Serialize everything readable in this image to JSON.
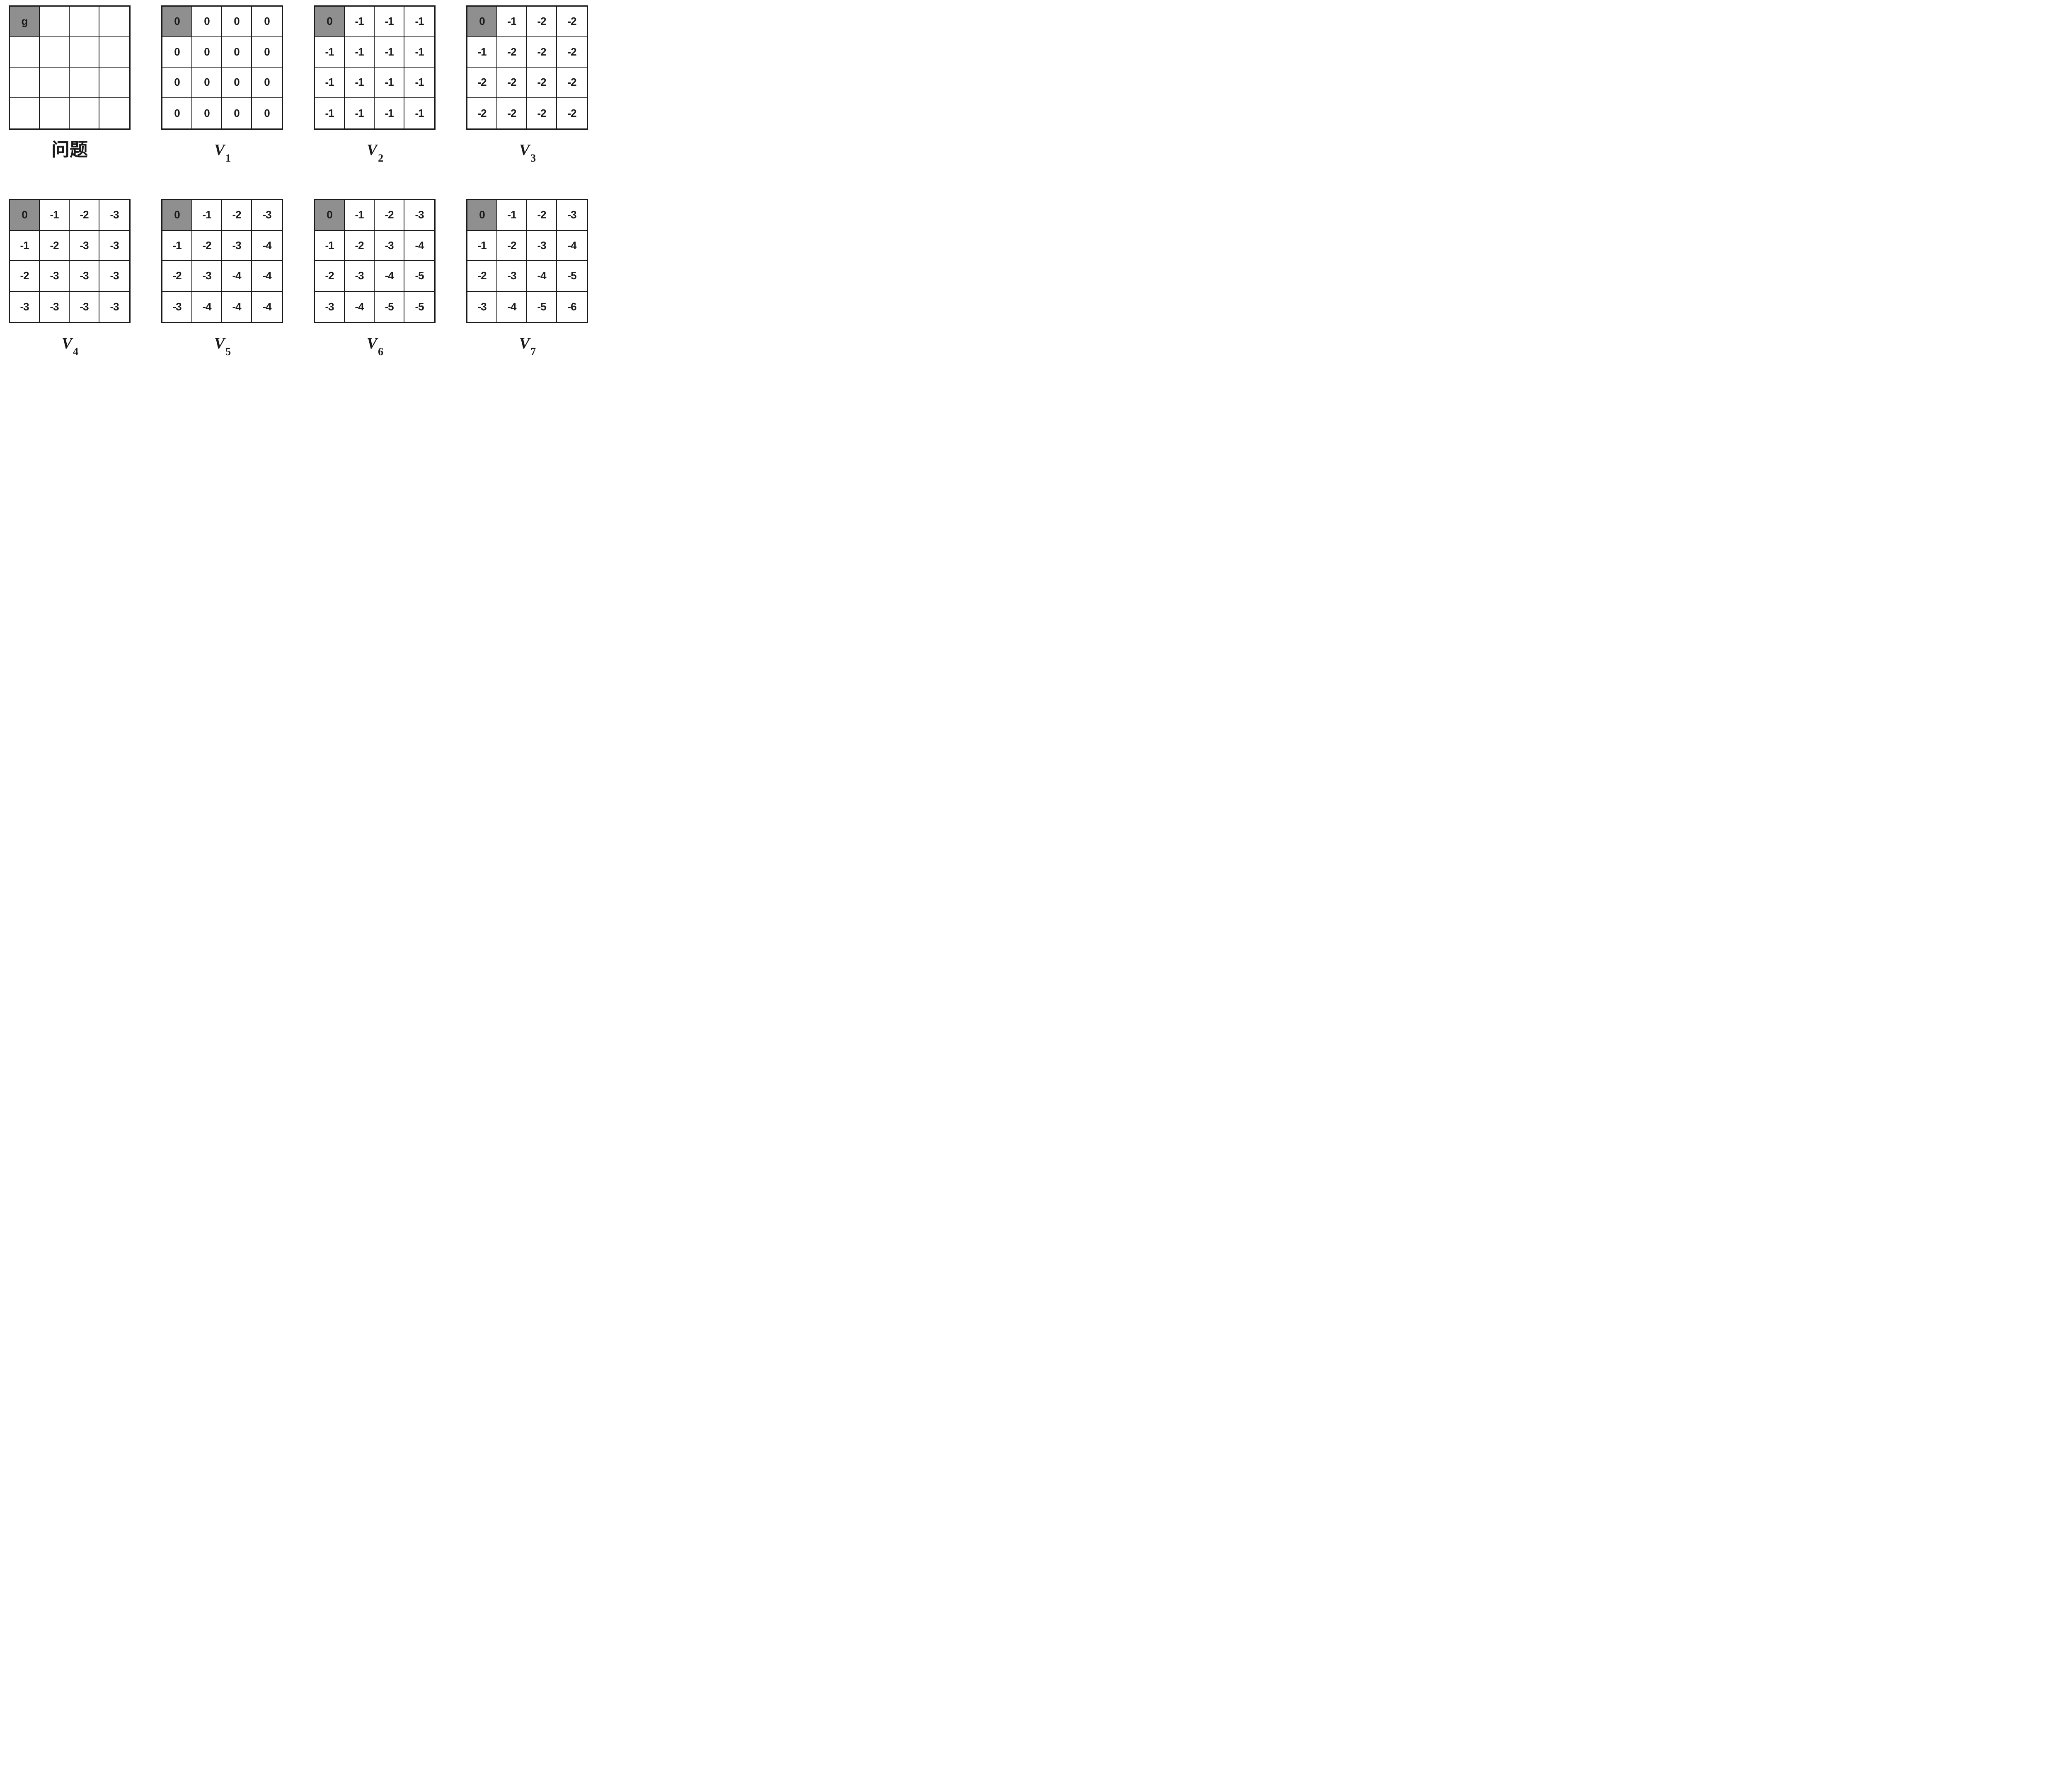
{
  "colors": {
    "background": "#ffffff",
    "grid_line": "#1a1a1a",
    "cell_fill": "#ffffff",
    "goal_cell_fill": "#8f8f8f",
    "text": "#1a1a1a"
  },
  "panels": [
    {
      "id": "problem",
      "label": "问题",
      "goal": {
        "row": 0,
        "col": 0
      },
      "cells": [
        [
          "g",
          "",
          "",
          ""
        ],
        [
          "",
          "",
          "",
          ""
        ],
        [
          "",
          "",
          "",
          ""
        ],
        [
          "",
          "",
          "",
          ""
        ]
      ]
    },
    {
      "id": "V1",
      "label_base": "V",
      "label_sub": "1",
      "goal": {
        "row": 0,
        "col": 0
      },
      "cells": [
        [
          "0",
          "0",
          "0",
          "0"
        ],
        [
          "0",
          "0",
          "0",
          "0"
        ],
        [
          "0",
          "0",
          "0",
          "0"
        ],
        [
          "0",
          "0",
          "0",
          "0"
        ]
      ]
    },
    {
      "id": "V2",
      "label_base": "V",
      "label_sub": "2",
      "goal": {
        "row": 0,
        "col": 0
      },
      "cells": [
        [
          "0",
          "-1",
          "-1",
          "-1"
        ],
        [
          "-1",
          "-1",
          "-1",
          "-1"
        ],
        [
          "-1",
          "-1",
          "-1",
          "-1"
        ],
        [
          "-1",
          "-1",
          "-1",
          "-1"
        ]
      ]
    },
    {
      "id": "V3",
      "label_base": "V",
      "label_sub": "3",
      "goal": {
        "row": 0,
        "col": 0
      },
      "cells": [
        [
          "0",
          "-1",
          "-2",
          "-2"
        ],
        [
          "-1",
          "-2",
          "-2",
          "-2"
        ],
        [
          "-2",
          "-2",
          "-2",
          "-2"
        ],
        [
          "-2",
          "-2",
          "-2",
          "-2"
        ]
      ]
    },
    {
      "id": "V4",
      "label_base": "V",
      "label_sub": "4",
      "goal": {
        "row": 0,
        "col": 0
      },
      "cells": [
        [
          "0",
          "-1",
          "-2",
          "-3"
        ],
        [
          "-1",
          "-2",
          "-3",
          "-3"
        ],
        [
          "-2",
          "-3",
          "-3",
          "-3"
        ],
        [
          "-3",
          "-3",
          "-3",
          "-3"
        ]
      ]
    },
    {
      "id": "V5",
      "label_base": "V",
      "label_sub": "5",
      "goal": {
        "row": 0,
        "col": 0
      },
      "cells": [
        [
          "0",
          "-1",
          "-2",
          "-3"
        ],
        [
          "-1",
          "-2",
          "-3",
          "-4"
        ],
        [
          "-2",
          "-3",
          "-4",
          "-4"
        ],
        [
          "-3",
          "-4",
          "-4",
          "-4"
        ]
      ]
    },
    {
      "id": "V6",
      "label_base": "V",
      "label_sub": "6",
      "goal": {
        "row": 0,
        "col": 0
      },
      "cells": [
        [
          "0",
          "-1",
          "-2",
          "-3"
        ],
        [
          "-1",
          "-2",
          "-3",
          "-4"
        ],
        [
          "-2",
          "-3",
          "-4",
          "-5"
        ],
        [
          "-3",
          "-4",
          "-5",
          "-5"
        ]
      ]
    },
    {
      "id": "V7",
      "label_base": "V",
      "label_sub": "7",
      "goal": {
        "row": 0,
        "col": 0
      },
      "cells": [
        [
          "0",
          "-1",
          "-2",
          "-3"
        ],
        [
          "-1",
          "-2",
          "-3",
          "-4"
        ],
        [
          "-2",
          "-3",
          "-4",
          "-5"
        ],
        [
          "-3",
          "-4",
          "-5",
          "-6"
        ]
      ]
    }
  ]
}
